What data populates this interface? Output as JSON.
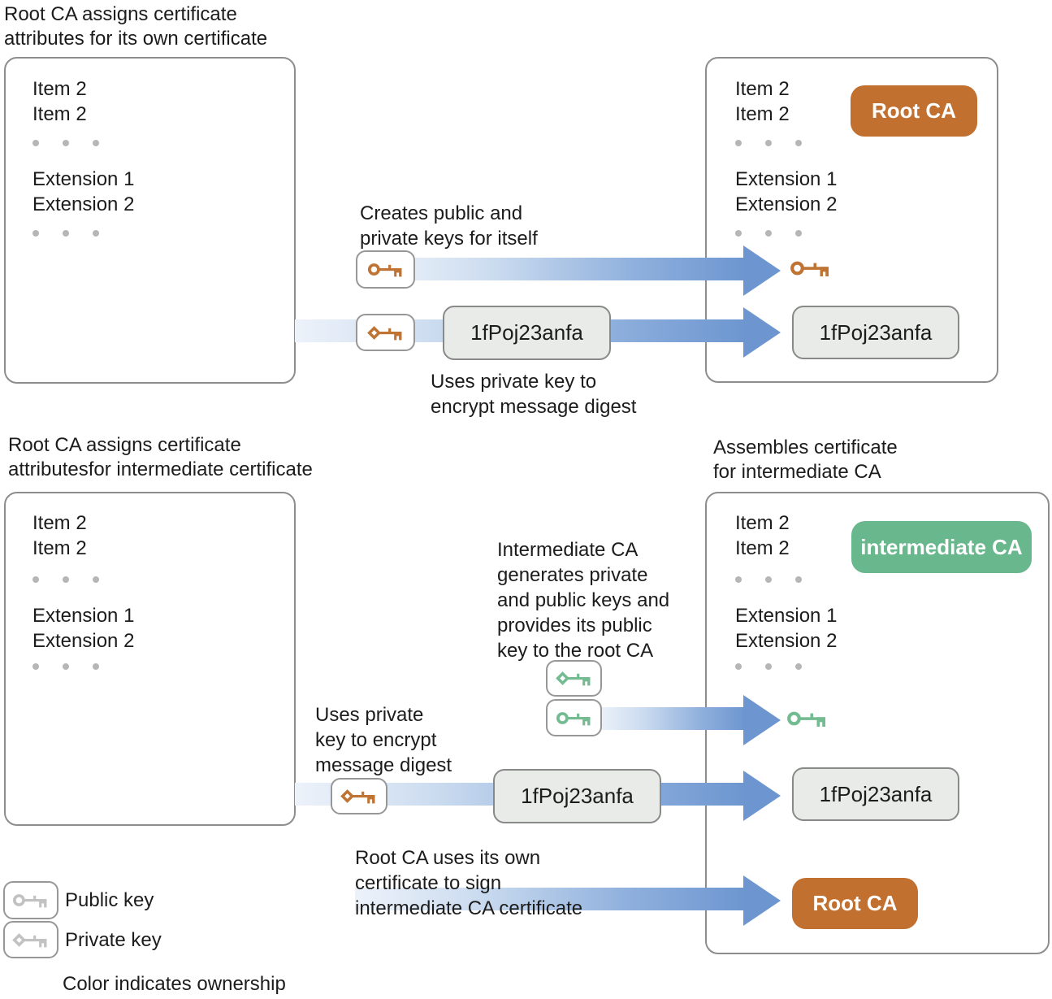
{
  "colors": {
    "orange_badge": "#c1702f",
    "green_badge": "#69b78c",
    "orange_key": "#bf7434",
    "green_key": "#74bb92",
    "grey_key": "#c2c2c2",
    "value_box_bg": "#e9ebe9",
    "arrow_light": "#edf2fa",
    "arrow_dark": "#6d96d0"
  },
  "icons": {
    "public_key": "circle-head-key",
    "private_key": "diamond-head-key"
  },
  "top": {
    "header": [
      "Root CA assigns certificate",
      "attributes for its own certificate"
    ],
    "left_cert": {
      "items": [
        "Item 2",
        "Item 2"
      ],
      "extensions": [
        "Extension 1",
        "Extension 2"
      ]
    },
    "right_cert": {
      "items": [
        "Item 2",
        "Item 2"
      ],
      "badge": "Root CA",
      "extensions": [
        "Extension 1",
        "Extension 2"
      ],
      "signature": "1fPoj23anfa"
    },
    "creates_text": [
      "Creates public and",
      "private keys for itself"
    ],
    "mid_signature": "1fPoj23anfa",
    "uses_text": [
      "Uses private key to",
      "encrypt message digest"
    ]
  },
  "bottom": {
    "header_left": [
      "Root CA assigns certificate",
      "attributesfor intermediate certificate"
    ],
    "header_right": [
      "Assembles certificate",
      "for intermediate CA"
    ],
    "left_cert": {
      "items": [
        "Item 2",
        "Item 2"
      ],
      "extensions": [
        "Extension 1",
        "Extension 2"
      ]
    },
    "right_cert": {
      "items": [
        "Item 2",
        "Item 2"
      ],
      "badge": "intermediate CA",
      "extensions": [
        "Extension 1",
        "Extension 2"
      ],
      "signature": "1fPoj23anfa",
      "signer_badge": "Root CA"
    },
    "intermediate_text": [
      "Intermediate CA",
      "generates private",
      "and public keys and",
      "provides its public",
      "key to the root CA"
    ],
    "uses_text": [
      "Uses private",
      "key to encrypt",
      "message digest"
    ],
    "mid_signature": "1fPoj23anfa",
    "sign_text": [
      "Root CA uses its own",
      "certificate to sign",
      "intermediate CA certificate"
    ]
  },
  "legend": {
    "public_key_label": "Public key",
    "private_key_label": "Private key",
    "note": "Color indicates ownership"
  }
}
